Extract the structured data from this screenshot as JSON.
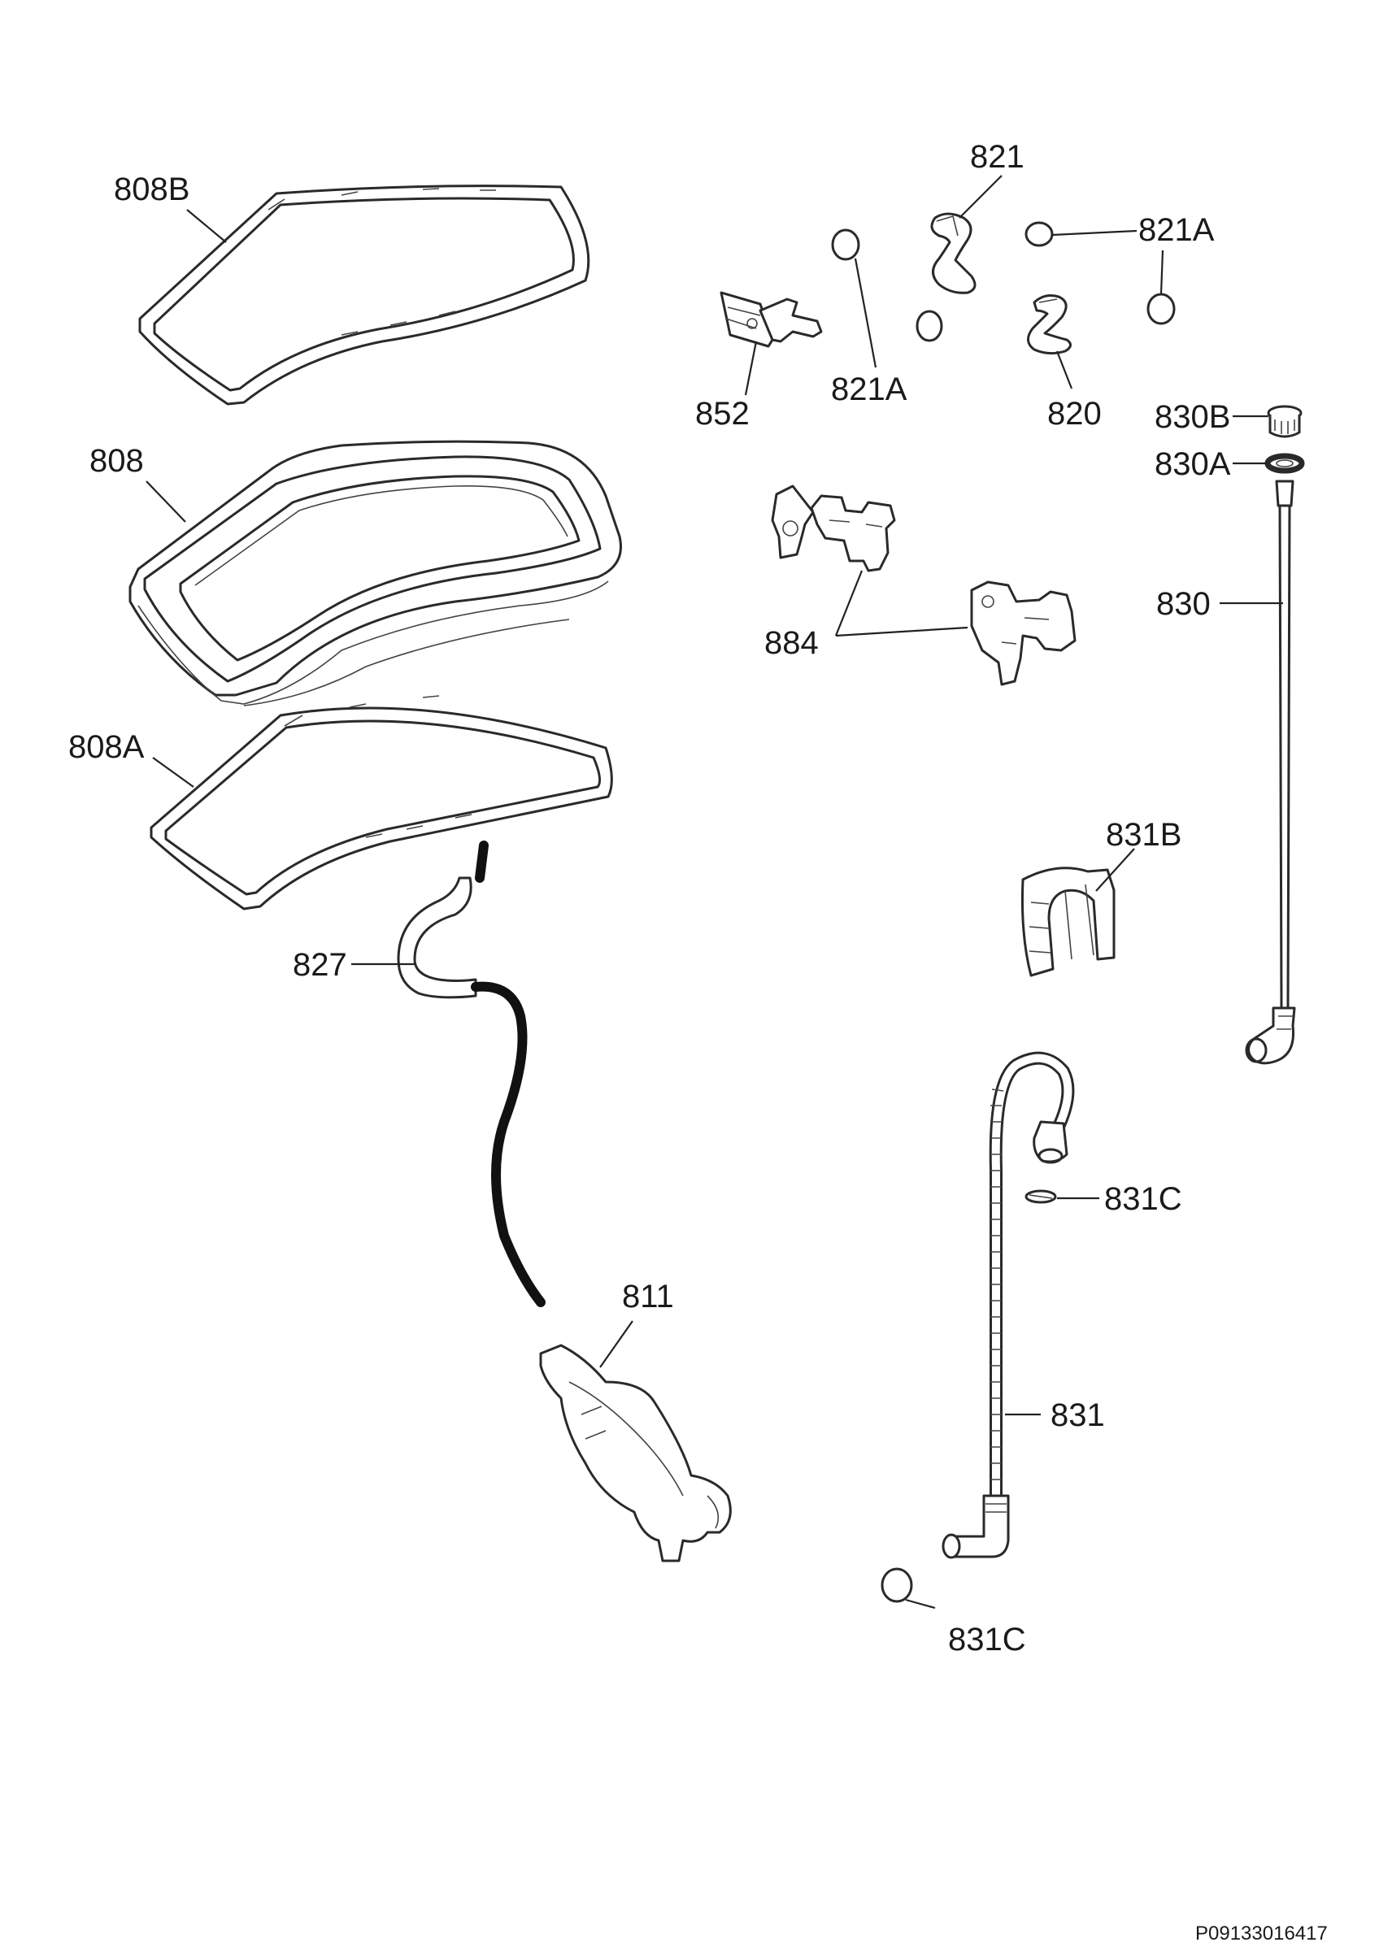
{
  "labels": {
    "l808b": "808B",
    "l808": "808",
    "l808a": "808A",
    "l827": "827",
    "l811": "811",
    "l821": "821",
    "l821a_right": "821A",
    "l821a_mid": "821A",
    "l852": "852",
    "l820": "820",
    "l830b": "830B",
    "l830a": "830A",
    "l830": "830",
    "l884": "884",
    "l831b": "831B",
    "l831c_top": "831C",
    "l831": "831",
    "l831c_bottom": "831C"
  },
  "footer": {
    "code": "P09133016417"
  }
}
